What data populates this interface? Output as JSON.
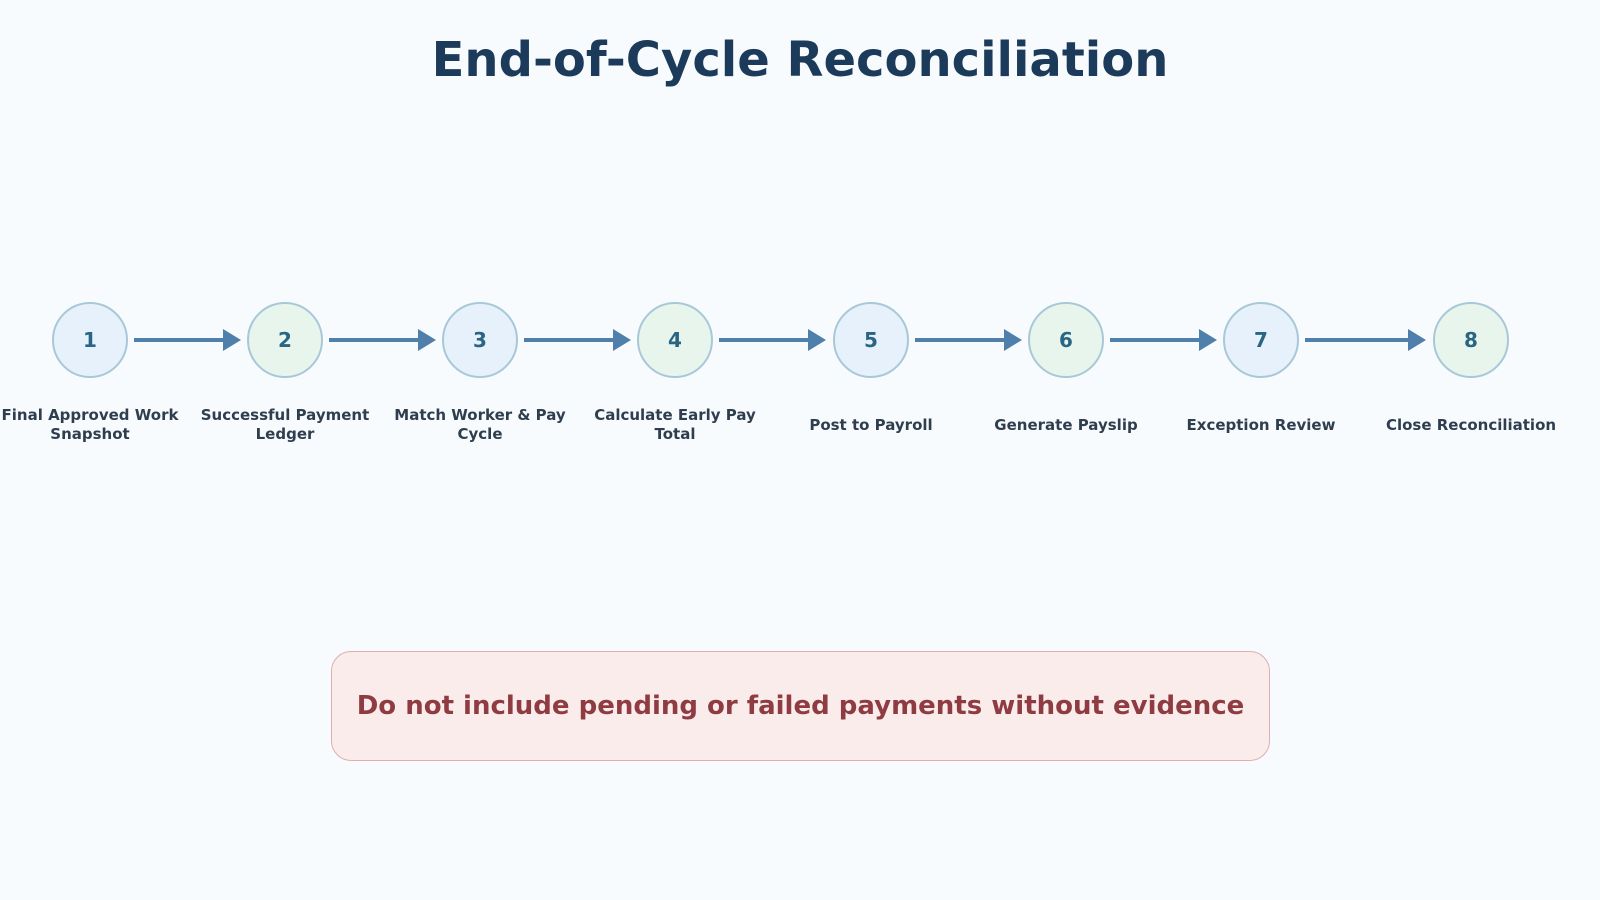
{
  "title": "End-of-Cycle Reconciliation",
  "colors": {
    "title": "#1c3a5a",
    "node_blue_fill": "#e6f1fb",
    "node_green_fill": "#e7f5ec",
    "node_border": "#a8c8d8",
    "arrow": "#4f7fab",
    "warning_fill": "#fbecec",
    "warning_border": "#e0aeb0",
    "warning_text": "#8e3c42"
  },
  "steps": [
    {
      "number": "1",
      "label": "Final Approved Work Snapshot",
      "fill": "blue"
    },
    {
      "number": "2",
      "label": "Successful Payment Ledger",
      "fill": "green"
    },
    {
      "number": "3",
      "label": "Match Worker & Pay Cycle",
      "fill": "blue"
    },
    {
      "number": "4",
      "label": "Calculate Early Pay Total",
      "fill": "green"
    },
    {
      "number": "5",
      "label": "Post to Payroll",
      "fill": "blue"
    },
    {
      "number": "6",
      "label": "Generate Payslip",
      "fill": "green"
    },
    {
      "number": "7",
      "label": "Exception Review",
      "fill": "blue"
    },
    {
      "number": "8",
      "label": "Close Reconciliation",
      "fill": "green"
    }
  ],
  "warning": {
    "text": "Do not include pending or failed payments without evidence"
  }
}
